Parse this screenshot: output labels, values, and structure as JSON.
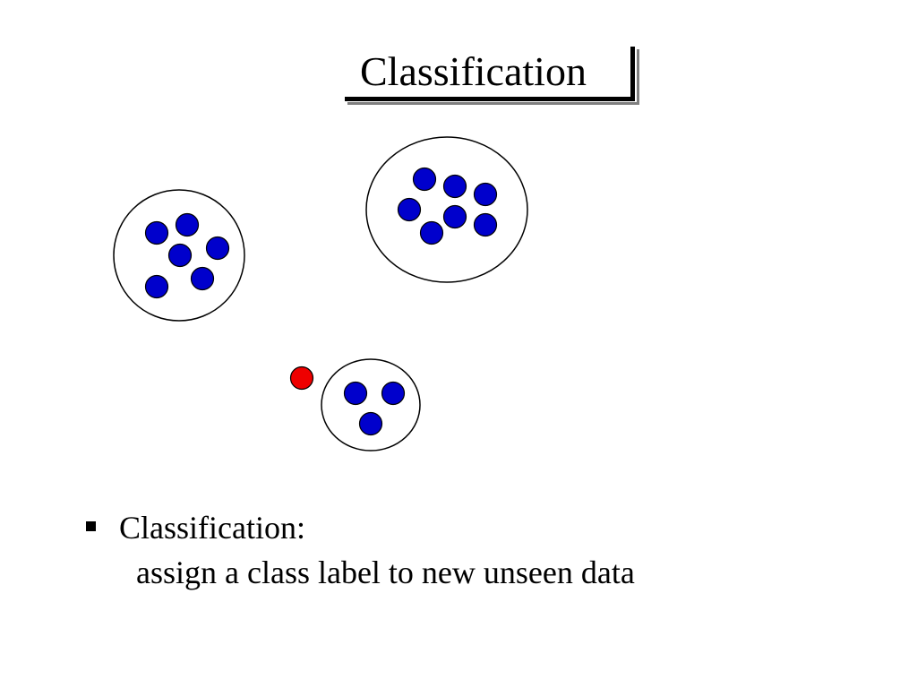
{
  "slide": {
    "title": "Classification",
    "bullet": {
      "heading": "Classification:",
      "text": "assign a class label to new unseen data"
    }
  },
  "colors": {
    "cluster_point": "#0000cc",
    "new_point": "#ee0000",
    "outline": "#000000",
    "background": "#ffffff"
  }
}
